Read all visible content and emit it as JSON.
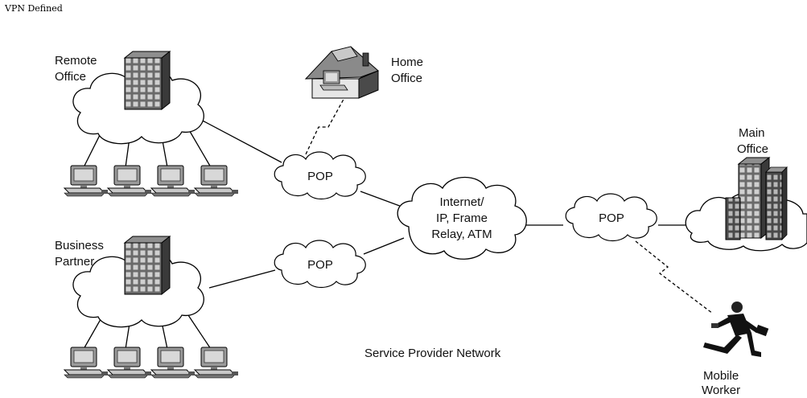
{
  "title": "VPN Defined",
  "labels": {
    "remote_office": [
      "Remote",
      "Office"
    ],
    "home_office": [
      "Home",
      "Office"
    ],
    "business_partner": [
      "Business",
      "Partner"
    ],
    "main_office": [
      "Main",
      "Office"
    ],
    "mobile_worker": [
      "Mobile",
      "Worker"
    ],
    "pop_top": "POP",
    "pop_bottom": "POP",
    "pop_right": "POP",
    "internet": [
      "Internet/",
      "IP, Frame",
      "Relay, ATM"
    ],
    "service_provider": "Service Provider Network"
  },
  "icons": {
    "building": "office-building-icon",
    "house": "home-office-icon",
    "workstation": "workstation-icon",
    "person": "mobile-worker-icon"
  }
}
